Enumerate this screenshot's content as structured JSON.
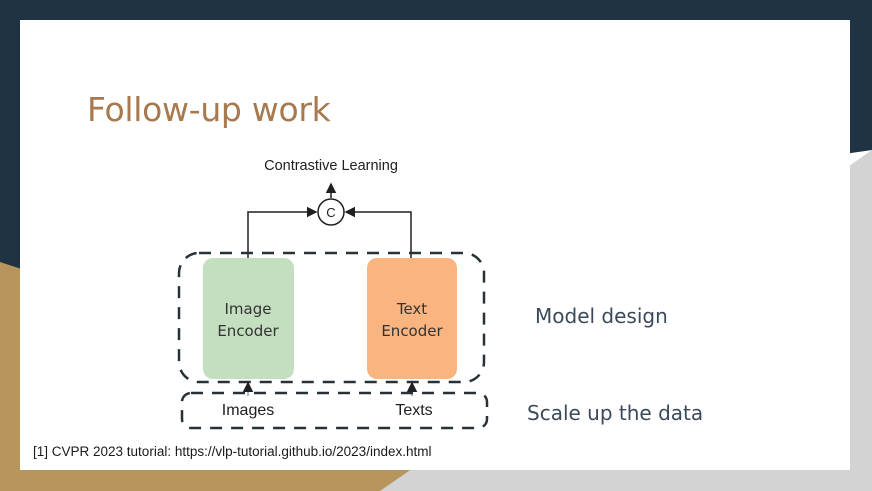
{
  "colors": {
    "title": "#a8784f",
    "text": "#3a4a5a",
    "dark_band": "#1f3342",
    "gold_band": "#b8955a",
    "grey_band": "#d3d3d3",
    "image_encoder": "#c4dfbf",
    "text_encoder": "#f9b47f",
    "dashed_border": "#263238"
  },
  "slide": {
    "title": "Follow-up work",
    "footnote": "[1] CVPR 2023 tutorial: https://vlp-tutorial.github.io/2023/index.html"
  },
  "diagram": {
    "top_label": "Contrastive Learning",
    "combine_symbol": "C",
    "image_encoder_line1": "Image",
    "image_encoder_line2": "Encoder",
    "text_encoder_line1": "Text",
    "text_encoder_line2": "Encoder",
    "images_label": "Images",
    "texts_label": "Texts"
  },
  "annotations": {
    "model_design": "Model design",
    "scale_up": "Scale up the data"
  }
}
